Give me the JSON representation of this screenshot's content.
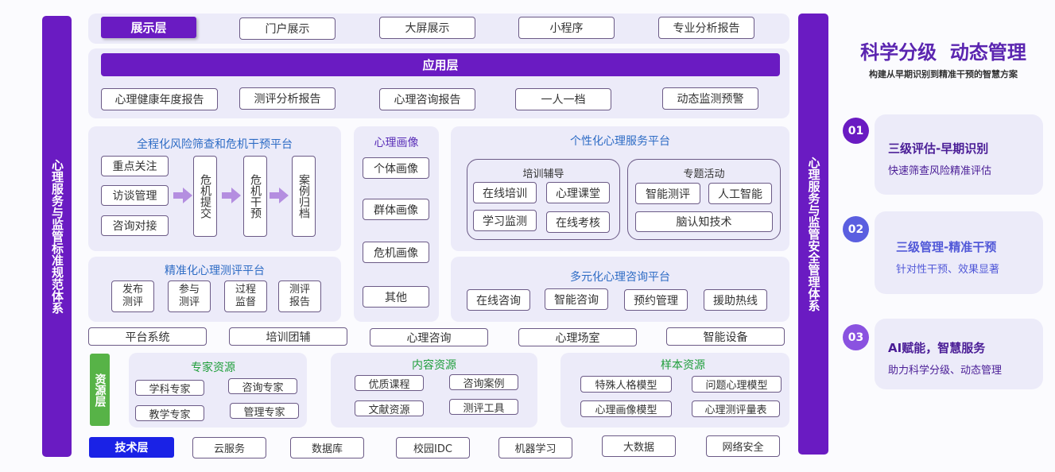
{
  "left_vertical_bar": "心理服务与监管标准规范体系",
  "right_vertical_bar": "心理服务与监管安全管理体系",
  "display_layer": {
    "label": "展示层",
    "items": [
      "门户展示",
      "大屏展示",
      "小程序",
      "专业分析报告"
    ]
  },
  "application_layer": {
    "label": "应用层",
    "items": [
      "心理健康年度报告",
      "测评分析报告",
      "心理咨询报告",
      "一人一档",
      "动态监测预警"
    ]
  },
  "risk_platform": {
    "title": "全程化风险筛查和危机干预平台",
    "left_items": [
      "重点关注",
      "访谈管理",
      "咨询对接"
    ],
    "steps": [
      "危机提交",
      "危机干预",
      "案例归档"
    ]
  },
  "portrait": {
    "title": "心理画像",
    "items": [
      "个体画像",
      "群体画像",
      "危机画像",
      "其他"
    ]
  },
  "personal_platform": {
    "title": "个性化心理服务平台",
    "training": {
      "title": "培训辅导",
      "items": [
        "在线培训",
        "心理课堂",
        "学习监测",
        "在线考核"
      ]
    },
    "activity": {
      "title": "专题活动",
      "items": [
        "智能测评",
        "人工智能",
        "脑认知技术"
      ]
    }
  },
  "assessment_platform": {
    "title": "精准化心理测评平台",
    "items": [
      "发布测评",
      "参与测评",
      "过程监督",
      "测评报告"
    ]
  },
  "consult_platform": {
    "title": "多元化心理咨询平台",
    "items": [
      "在线咨询",
      "智能咨询",
      "预约管理",
      "援助热线"
    ]
  },
  "support_row": [
    "平台系统",
    "培训团辅",
    "心理咨询",
    "心理场室",
    "智能设备"
  ],
  "resource_layer": {
    "label": "资源层",
    "expert": {
      "title": "专家资源",
      "items": [
        "学科专家",
        "咨询专家",
        "教学专家",
        "管理专家"
      ]
    },
    "content": {
      "title": "内容资源",
      "items": [
        "优质课程",
        "咨询案例",
        "文献资源",
        "测评工具"
      ]
    },
    "sample": {
      "title": "样本资源",
      "items": [
        "特殊人格模型",
        "问题心理模型",
        "心理画像模型",
        "心理测评量表"
      ]
    }
  },
  "tech_layer": {
    "label": "技术层",
    "items": [
      "云服务",
      "数据库",
      "校园IDC",
      "机器学习",
      "大数据",
      "网络安全"
    ]
  },
  "right_panel": {
    "title": "科学分级  动态管理",
    "subtitle": "构建从早期识别到精准干预的智慧方案",
    "cards": [
      {
        "num": "01",
        "title": "三级评估-早期识别",
        "desc": "快速筛查风险精准评估"
      },
      {
        "num": "02",
        "title": "三级管理-精准干预",
        "desc": "针对性干预、效果显著"
      },
      {
        "num": "03",
        "title": "AI赋能，智慧服务",
        "desc": "助力科学分级、动态管理"
      }
    ]
  },
  "colors": {
    "purple": "#6a1bc2",
    "blue_accent": "#1a22e6",
    "green": "#57b347",
    "title_blue": "#2e6cc5"
  }
}
